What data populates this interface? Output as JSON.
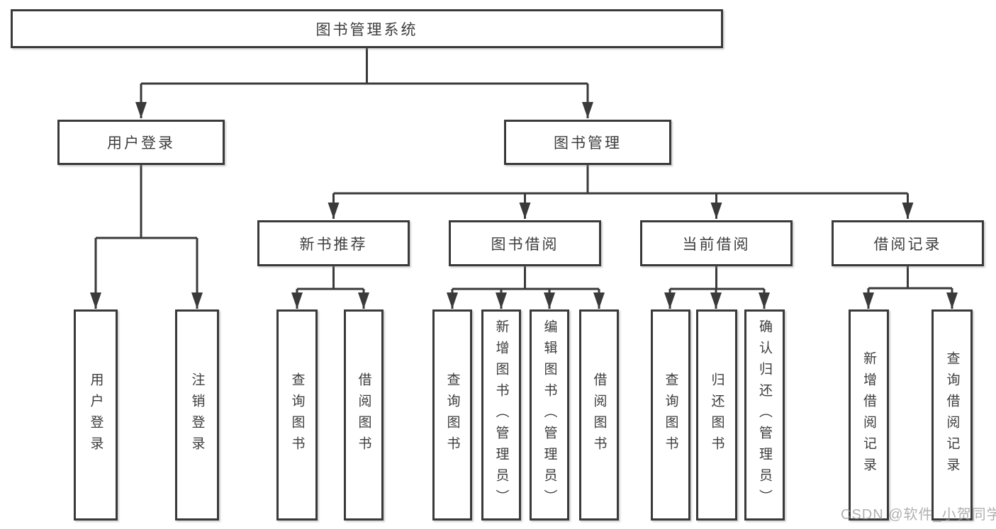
{
  "tree": {
    "root": "图书管理系统",
    "level2": [
      "用户登录",
      "图书管理"
    ],
    "level3": [
      "新书推荐",
      "图书借阅",
      "当前借阅",
      "借阅记录"
    ],
    "leaves": {
      "user": [
        "用户登录",
        "注销登录"
      ],
      "newbook": [
        "查询图书",
        "借阅图书"
      ],
      "borrow": [
        "查询图书",
        "新增图书（管理员）",
        "编辑图书（管理员）",
        "借阅图书"
      ],
      "current": [
        "查询图书",
        "归还图书",
        "确认归还（管理员）"
      ],
      "records": [
        "新增借阅记录",
        "查询借阅记录"
      ]
    }
  },
  "watermark": "CSDN @软件_小贺同学",
  "colors": {
    "line": "#3a3a3a",
    "text": "#3d3d3d",
    "box_background": "#ffffff",
    "watermark": "#b3b3b3"
  }
}
